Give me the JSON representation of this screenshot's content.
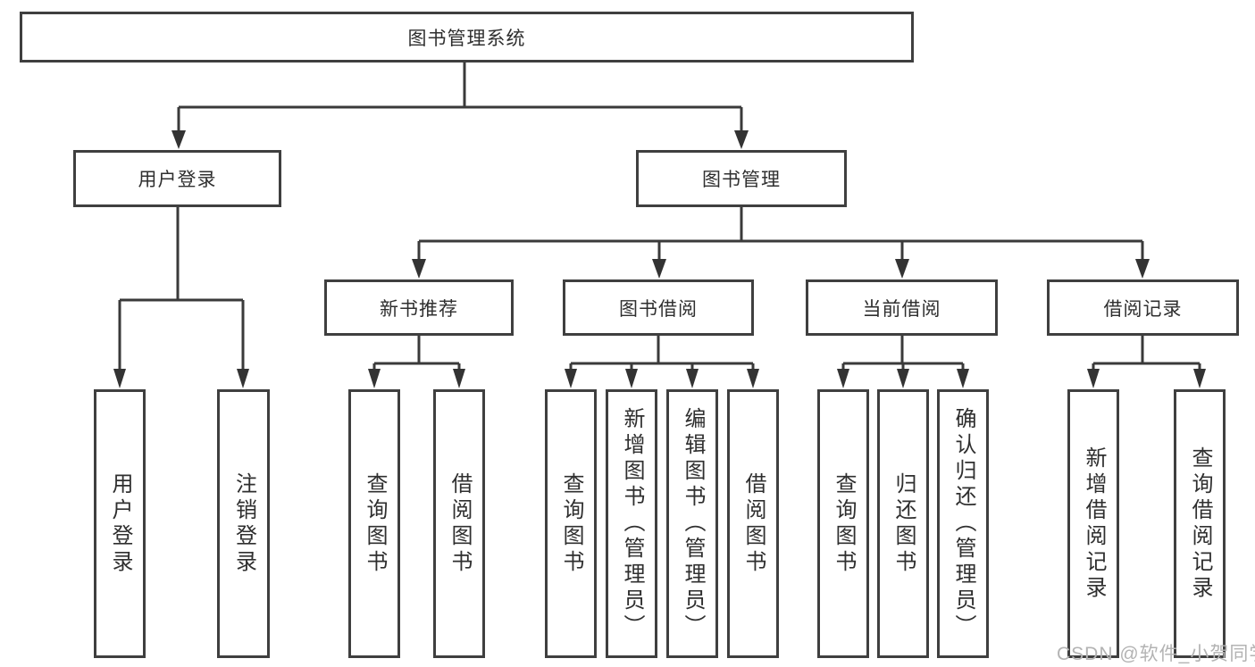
{
  "nodes": {
    "root": "图书管理系统",
    "l2": [
      "用户登录",
      "图书管理"
    ],
    "l3": [
      "新书推荐",
      "图书借阅",
      "当前借阅",
      "借阅记录"
    ],
    "l4_login": [
      "用户登录",
      "注销登录"
    ],
    "l4_new": [
      "查询图书",
      "借阅图书"
    ],
    "l4_borrow": [
      "查询图书",
      "新增图书（管理员）",
      "编辑图书（管理员）",
      "借阅图书"
    ],
    "l4_current": [
      "查询图书",
      "归还图书",
      "确认归还（管理员）"
    ],
    "l4_records": [
      "新增借阅记录",
      "查询借阅记录"
    ]
  },
  "watermark": "CSDN @软件_小贺同学",
  "colors": {
    "line": "#3a3a3a",
    "border": "#3f3f3f",
    "text": "#2f2f2f",
    "watermark": "#b3b3b3"
  }
}
